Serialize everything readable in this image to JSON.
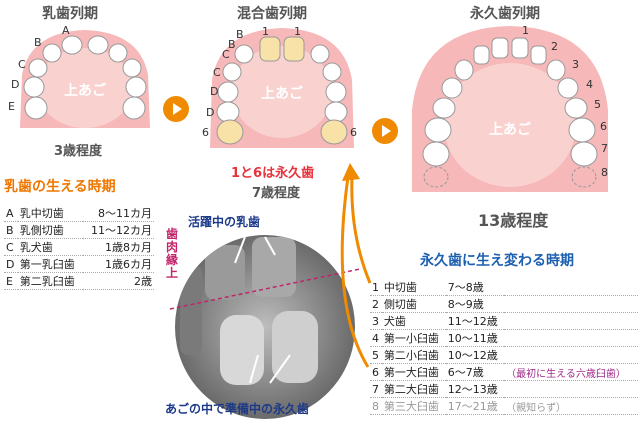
{
  "stages": {
    "primary": {
      "title": "乳歯列期",
      "palate": "上あご",
      "age": "3歳程度",
      "tooth_labels": [
        "A",
        "B",
        "C",
        "D",
        "E"
      ]
    },
    "mixed": {
      "title": "混合歯列期",
      "palate": "上あご",
      "age": "7歳程度",
      "note": "1と6は永久歯",
      "tooth_labels": [
        "1",
        "1",
        "D",
        "D",
        "C",
        "C",
        "B",
        "B",
        "6",
        "6"
      ]
    },
    "permanent": {
      "title": "永久歯列期",
      "palate": "上あご",
      "age": "13歳程度",
      "tooth_labels": [
        "1",
        "2",
        "3",
        "4",
        "5",
        "6",
        "7",
        "8"
      ]
    }
  },
  "primary_eruption": {
    "title": "乳歯の生える時期",
    "rows": [
      {
        "letter": "A",
        "name": "乳中切歯",
        "age": "8～11カ月"
      },
      {
        "letter": "B",
        "name": "乳側切歯",
        "age": "11～12カ月"
      },
      {
        "letter": "C",
        "name": "乳犬歯",
        "age": "1歳8カ月"
      },
      {
        "letter": "D",
        "name": "第一乳臼歯",
        "age": "1歳6カ月"
      },
      {
        "letter": "E",
        "name": "第二乳臼歯",
        "age": "2歳"
      }
    ]
  },
  "permanent_eruption": {
    "title": "永久歯に生え変わる時期",
    "rows": [
      {
        "num": "1",
        "name": "中切歯",
        "age": "7～8歳",
        "note": ""
      },
      {
        "num": "2",
        "name": "側切歯",
        "age": "8～9歳",
        "note": ""
      },
      {
        "num": "3",
        "name": "犬歯",
        "age": "11～12歳",
        "note": ""
      },
      {
        "num": "4",
        "name": "第一小臼歯",
        "age": "10～11歳",
        "note": ""
      },
      {
        "num": "5",
        "name": "第二小臼歯",
        "age": "10～12歳",
        "note": ""
      },
      {
        "num": "6",
        "name": "第一大臼歯",
        "age": "6～7歳",
        "note": "（最初に生える六歳臼歯）"
      },
      {
        "num": "7",
        "name": "第二大臼歯",
        "age": "12～13歳",
        "note": ""
      },
      {
        "num": "8",
        "name": "第三大臼歯",
        "age": "17～21歳",
        "note": "（親知らず）"
      }
    ]
  },
  "xray": {
    "label_top": "活躍中の乳歯",
    "label_bottom": "あごの中で準備中の永久歯",
    "gum_line": "歯肉縁上"
  },
  "colors": {
    "accent_orange": "#f08a00",
    "gum_pink": "#f6b8b8",
    "title_blue": "#1d5fb0",
    "note_red": "#e8333c"
  }
}
